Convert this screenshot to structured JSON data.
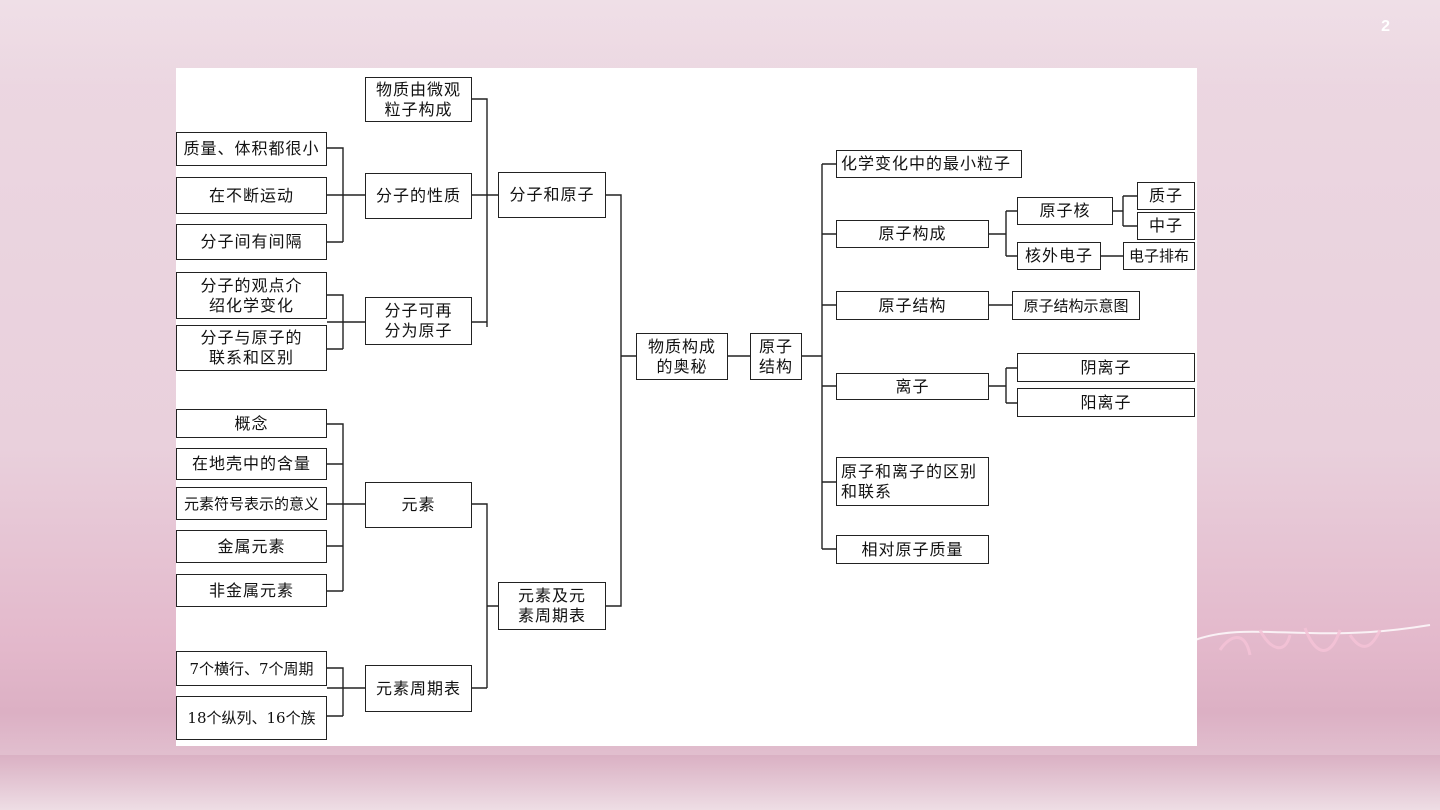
{
  "slide": {
    "page_number": "2"
  },
  "diagram": {
    "root": "物质构成\n的奥秘",
    "branch1": {
      "label": "分子和原子",
      "micro": "物质由微观\n粒子构成",
      "properties": {
        "label": "分子的性质",
        "items": [
          "质量、体积都很小",
          "在不断运动",
          "分子间有间隔"
        ]
      },
      "divisible": {
        "label": "分子可再\n分为原子",
        "items": [
          "分子的观点介\n绍化学变化",
          "分子与原子的\n联系和区别"
        ]
      }
    },
    "branch2": {
      "label": "元素及元\n素周期表",
      "element": {
        "label": "元素",
        "items": [
          "概念",
          "在地壳中的含量",
          "元素符号表示的意义",
          "金属元素",
          "非金属元素"
        ]
      },
      "table": {
        "label": "元素周期表",
        "items": [
          "7个横行、7个周期",
          "18个纵列、16个族"
        ]
      }
    },
    "branch3": {
      "label": "原子\n结构",
      "smallest": "化学变化中的最小粒子",
      "composition": {
        "label": "原子构成",
        "nucleus": {
          "label": "原子核",
          "items": [
            "质子",
            "中子"
          ]
        },
        "electrons": {
          "label": "核外电子",
          "item": "电子排布"
        }
      },
      "structure": {
        "label": "原子结构",
        "item": "原子结构示意图"
      },
      "ion": {
        "label": "离子",
        "items": [
          "阴离子",
          "阳离子"
        ]
      },
      "difference": "原子和离子的区别\n和联系",
      "mass": "相对原子质量"
    }
  }
}
